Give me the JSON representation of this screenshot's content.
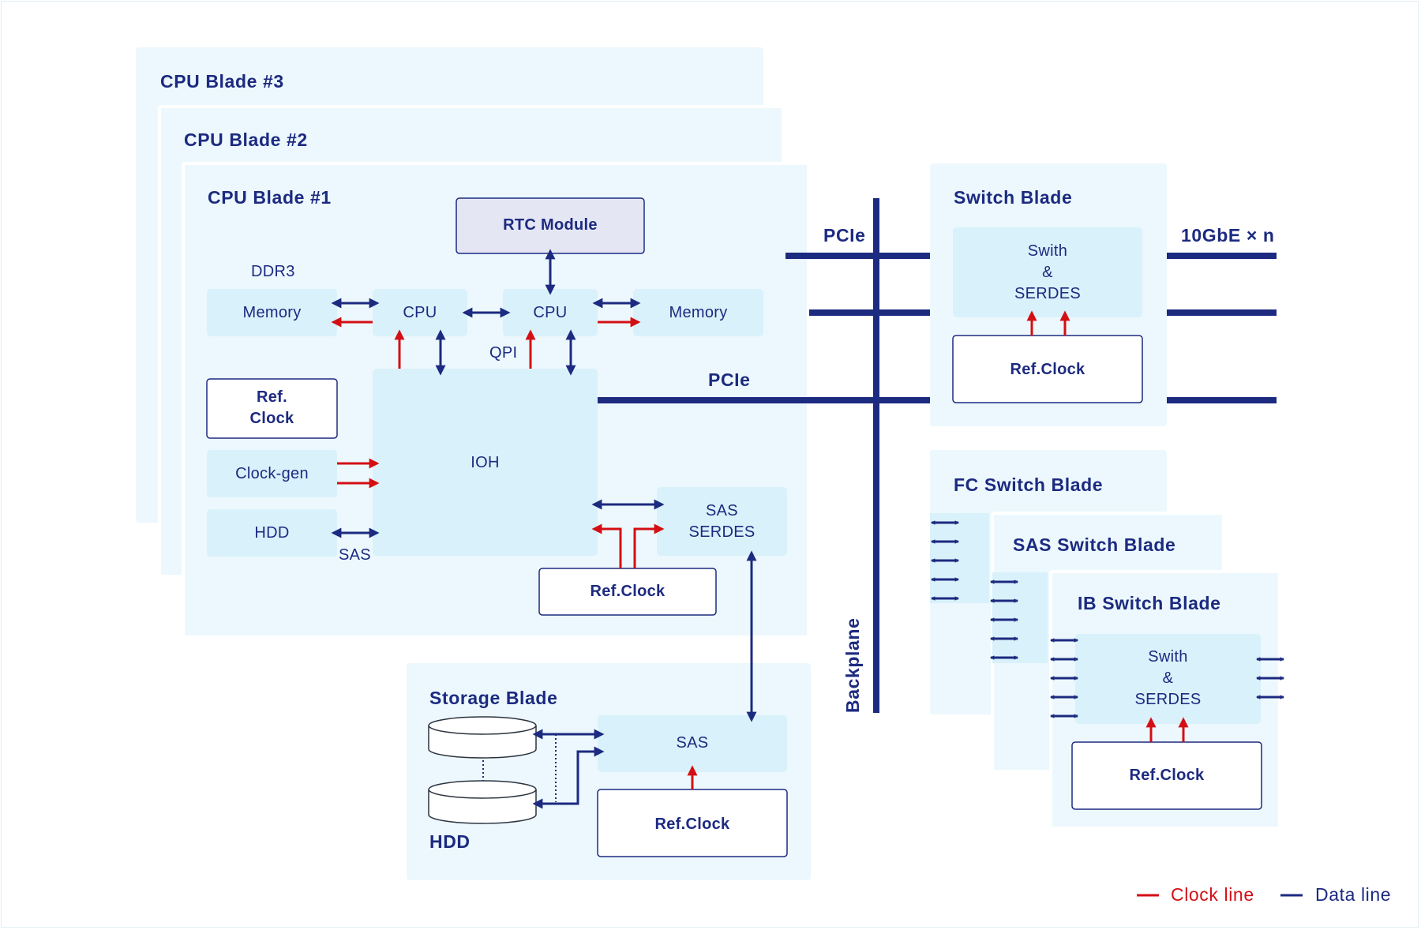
{
  "blades": {
    "cpu3": "CPU Blade #3",
    "cpu2": "CPU Blade #2",
    "cpu1": "CPU Blade #1",
    "switch": "Switch Blade",
    "fc_switch": "FC Switch Blade",
    "sas_switch": "SAS Switch Blade",
    "ib_switch": "IB Switch Blade",
    "storage": "Storage Blade"
  },
  "cpu_blade_1": {
    "rtc_module": "RTC Module",
    "ddr3": "DDR3",
    "memory_left": "Memory",
    "memory_right": "Memory",
    "cpu_left": "CPU",
    "cpu_right": "CPU",
    "qpi": "QPI",
    "ref_clock_line1": "Ref.",
    "ref_clock_line2": "Clock",
    "clock_gen": "Clock-gen",
    "ioh": "IOH",
    "hdd": "HDD",
    "sas": "SAS",
    "sas_serdes_line1": "SAS",
    "sas_serdes_line2": "SERDES",
    "ref_clock_bottom": "Ref.Clock"
  },
  "bus": {
    "pcie_top": "PCIe",
    "pcie_mid": "PCIe",
    "backplane": "Backplane",
    "ten_gbe": "10GbE × n"
  },
  "switch_blade": {
    "swith": "Swith",
    "amp": "&",
    "serdes": "SERDES",
    "ref_clock": "Ref.Clock"
  },
  "ib_switch_blade": {
    "swith": "Swith",
    "amp": "&",
    "serdes": "SERDES",
    "ref_clock": "Ref.Clock"
  },
  "storage_blade": {
    "sas": "SAS",
    "ref_clock": "Ref.Clock",
    "hdd": "HDD"
  },
  "legend": {
    "clock_line": "Clock line",
    "data_line": "Data line"
  },
  "colors": {
    "data": "#1c2a80",
    "clock": "#d40f14",
    "blade_bg": "#ecf8fd",
    "block_bg": "#d9f1fa",
    "rtc_bg": "#e4e6f4"
  }
}
